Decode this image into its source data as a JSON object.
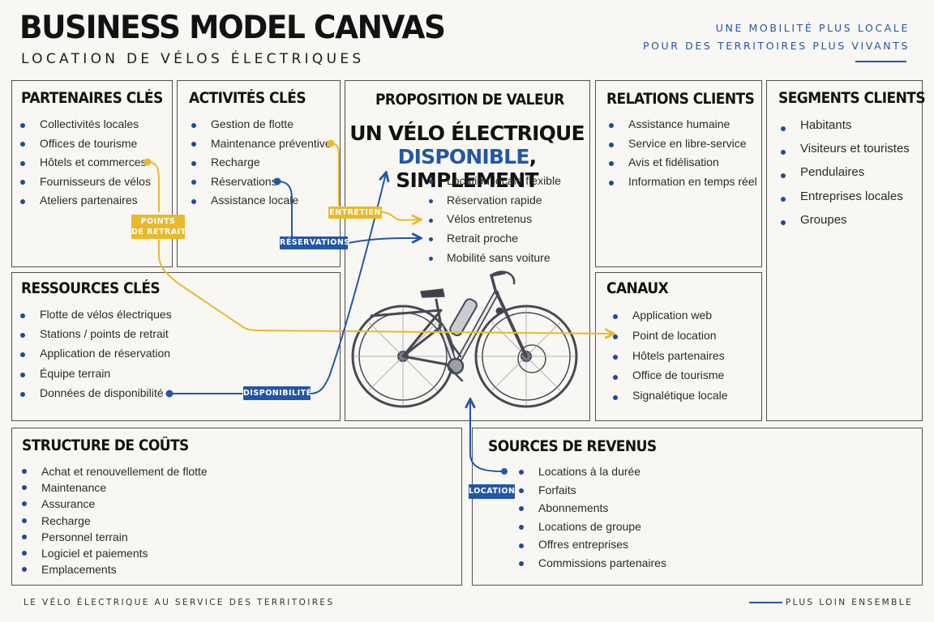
{
  "header": {
    "title": "BUSINESS MODEL CANVAS",
    "subtitle": "LOCATION DE VÉLOS ÉLECTRIQUES",
    "tagline_1": "UNE MOBILITÉ PLUS LOCALE",
    "tagline_2": "POUR DES TERRITOIRES PLUS VIVANTS"
  },
  "blocks": {
    "partenaires": {
      "title": "PARTENAIRES CLÉS",
      "items": [
        "Collectivités locales",
        "Offices de tourisme",
        "Hôtels et commerces",
        "Fournisseurs de vélos",
        "Ateliers partenaires"
      ]
    },
    "activites": {
      "title": "ACTIVITÉS CLÉS",
      "items": [
        "Gestion de flotte",
        "Maintenance préventive",
        "Recharge",
        "Réservations",
        "Assistance locale"
      ]
    },
    "proposition": {
      "title": "PROPOSITION DE VALEUR",
      "headline_1": "UN VÉLO ÉLECTRIQUE",
      "headline_2a": "DISPONIBLE",
      "headline_2b": ", SIMPLEMENT",
      "items": [
        "Location locale flexible",
        "Réservation rapide",
        "Vélos entretenus",
        "Retrait proche",
        "Mobilité sans voiture"
      ]
    },
    "relations": {
      "title": "RELATIONS CLIENTS",
      "items": [
        "Assistance humaine",
        "Service en libre-service",
        "Avis et fidélisation",
        "Information en temps réel"
      ]
    },
    "segments": {
      "title": "SEGMENTS CLIENTS",
      "items": [
        "Habitants",
        "Visiteurs et touristes",
        "Pendulaires",
        "Entreprises locales",
        "Groupes"
      ]
    },
    "ressources": {
      "title": "RESSOURCES CLÉS",
      "items": [
        "Flotte de vélos électriques",
        "Stations / points de retrait",
        "Application de réservation",
        "Équipe terrain",
        "Données de disponibilité"
      ]
    },
    "canaux": {
      "title": "CANAUX",
      "items": [
        "Application web",
        "Point de location",
        "Hôtels partenaires",
        "Office de tourisme",
        "Signalétique locale"
      ]
    },
    "couts": {
      "title": "STRUCTURE DE COÛTS",
      "items": [
        "Achat et renouvellement de flotte",
        "Maintenance",
        "Assurance",
        "Recharge",
        "Personnel terrain",
        "Logiciel et paiements",
        "Emplacements"
      ]
    },
    "revenus": {
      "title": "SOURCES DE REVENUS",
      "items": [
        "Locations à la durée",
        "Forfaits",
        "Abonnements",
        "Locations de groupe",
        "Offres entreprises",
        "Commissions partenaires"
      ]
    }
  },
  "connectors": {
    "points_retrait_1": "POINTS",
    "points_retrait_2": "DE RETRAIT",
    "entretien": "ENTRETIEN",
    "reservations": "RÉSERVATIONS",
    "disponibilite": "DISPONIBILITÉ",
    "location": "LOCATION"
  },
  "colors": {
    "accent_blue": "#2456a6",
    "accent_yellow": "#e9b92c",
    "ink": "#121212"
  },
  "footer": {
    "left": "LE VÉLO ÉLECTRIQUE AU SERVICE DES TERRITOIRES",
    "right": "PLUS LOIN ENSEMBLE"
  }
}
